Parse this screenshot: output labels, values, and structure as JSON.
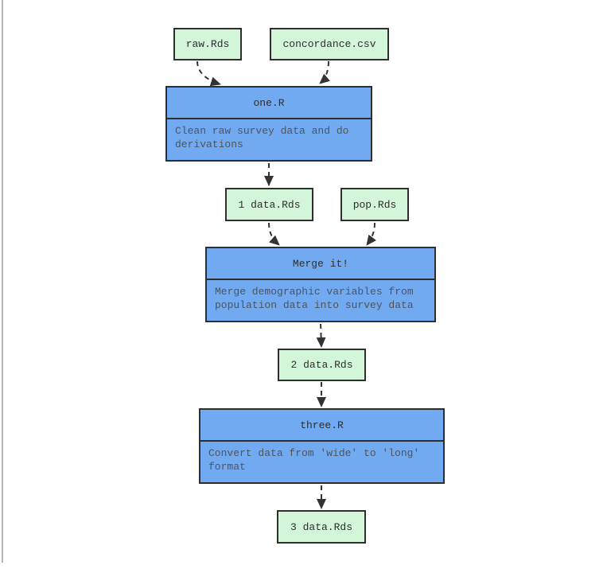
{
  "colors": {
    "file_fill": "#d3f5d8",
    "script_fill": "#72aaf2",
    "node_border": "#2e2e2e",
    "edge": "#333333",
    "label_text": "#2e2e2e",
    "note_text": "#4d555c",
    "page_edge": "#b5b5b5",
    "page_bg": "#ffffff"
  },
  "nodes": [
    {
      "id": "raw",
      "type": "file",
      "label": "raw.Rds"
    },
    {
      "id": "concordance",
      "type": "file",
      "label": "concordance.csv"
    },
    {
      "id": "one",
      "type": "script",
      "label": "one.R",
      "note": "Clean raw survey data and do derivations"
    },
    {
      "id": "data1",
      "type": "file",
      "label": "1 data.Rds"
    },
    {
      "id": "pop",
      "type": "file",
      "label": "pop.Rds"
    },
    {
      "id": "merge",
      "type": "script",
      "label": "Merge it!",
      "note": "Merge demographic variables from population data into survey data"
    },
    {
      "id": "data2",
      "type": "file",
      "label": "2 data.Rds"
    },
    {
      "id": "three",
      "type": "script",
      "label": "three.R",
      "note": "Convert data from 'wide' to 'long' format"
    },
    {
      "id": "data3",
      "type": "file",
      "label": "3 data.Rds"
    }
  ],
  "edges": [
    {
      "from": "raw.Rds",
      "to": "one.R"
    },
    {
      "from": "concordance.csv",
      "to": "one.R"
    },
    {
      "from": "one.R",
      "to": "1 data.Rds"
    },
    {
      "from": "1 data.Rds",
      "to": "Merge it!"
    },
    {
      "from": "pop.Rds",
      "to": "Merge it!"
    },
    {
      "from": "Merge it!",
      "to": "2 data.Rds"
    },
    {
      "from": "2 data.Rds",
      "to": "three.R"
    },
    {
      "from": "three.R",
      "to": "3 data.Rds"
    }
  ]
}
